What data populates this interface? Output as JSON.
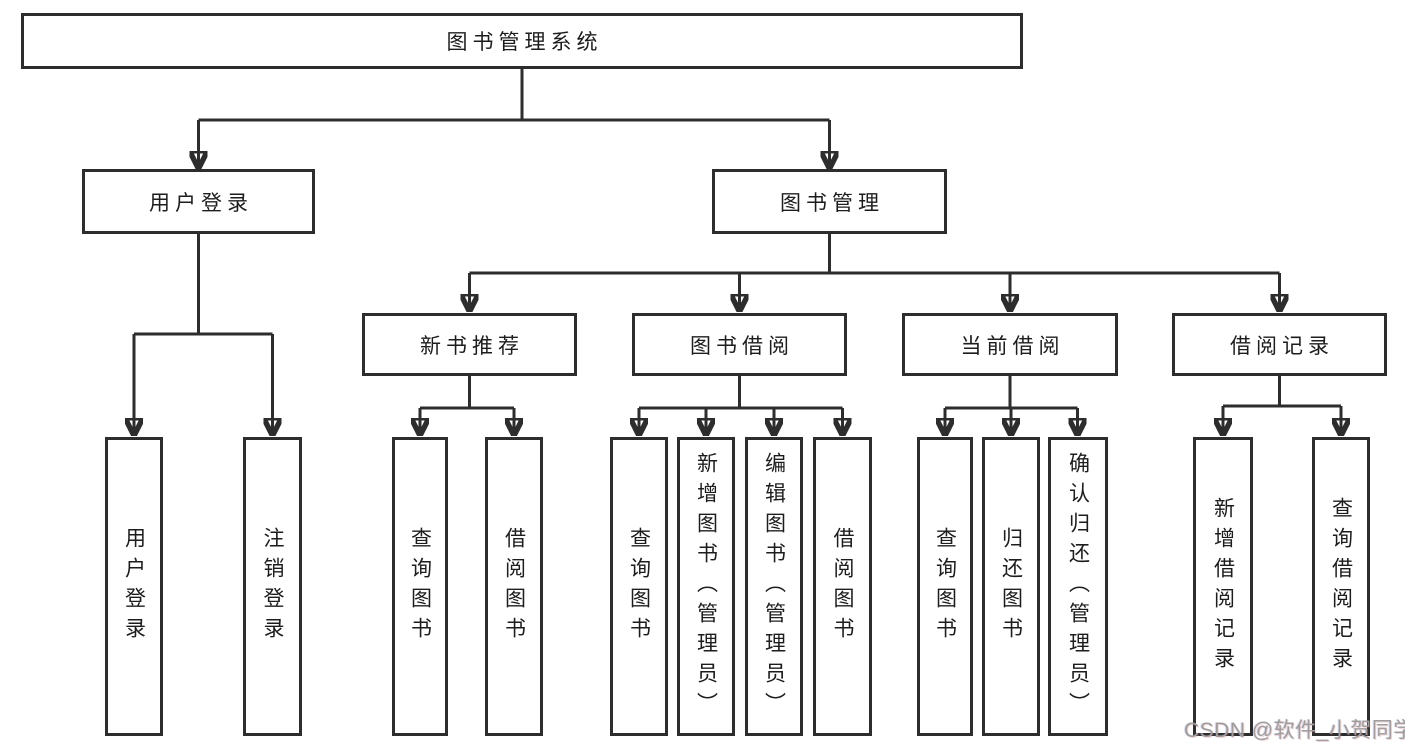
{
  "diagram": {
    "title": "图书管理系统",
    "watermark": "CSDN @软件_小贺同学",
    "colors": {
      "line": "#2d2d2d",
      "border": "#2d2d2d",
      "text": "#1d1d1d",
      "background": "#ffffff",
      "watermark": "#9e9e9e"
    },
    "nodes": {
      "root": "图书管理系统",
      "user_login": "用户登录",
      "book_management": "图书管理",
      "new_book_recommendation": "新书推荐",
      "book_borrowing": "图书借阅",
      "current_borrowing": "当前借阅",
      "borrowing_records": "借阅记录",
      "leaf_user_login": "用户登录",
      "leaf_logout": "注销登录",
      "leaf_nb_query": "查询图书",
      "leaf_nb_borrow": "借阅图书",
      "leaf_bb_query": "查询图书",
      "leaf_bb_add": "新增图书（管理员）",
      "leaf_bb_edit": "编辑图书（管理员）",
      "leaf_bb_borrow": "借阅图书",
      "leaf_cb_query": "查询图书",
      "leaf_cb_return": "归还图书",
      "leaf_cb_confirm": "确认归还（管理员）",
      "leaf_br_add": "新增借阅记录",
      "leaf_br_query": "查询借阅记录"
    },
    "hierarchy": [
      {
        "parent": "图书管理系统",
        "children": [
          "用户登录",
          "图书管理"
        ]
      },
      {
        "parent": "用户登录",
        "children": [
          "用户登录",
          "注销登录"
        ]
      },
      {
        "parent": "图书管理",
        "children": [
          "新书推荐",
          "图书借阅",
          "当前借阅",
          "借阅记录"
        ]
      },
      {
        "parent": "新书推荐",
        "children": [
          "查询图书",
          "借阅图书"
        ]
      },
      {
        "parent": "图书借阅",
        "children": [
          "查询图书",
          "新增图书（管理员）",
          "编辑图书（管理员）",
          "借阅图书"
        ]
      },
      {
        "parent": "当前借阅",
        "children": [
          "查询图书",
          "归还图书",
          "确认归还（管理员）"
        ]
      },
      {
        "parent": "借阅记录",
        "children": [
          "新增借阅记录",
          "查询借阅记录"
        ]
      }
    ]
  }
}
